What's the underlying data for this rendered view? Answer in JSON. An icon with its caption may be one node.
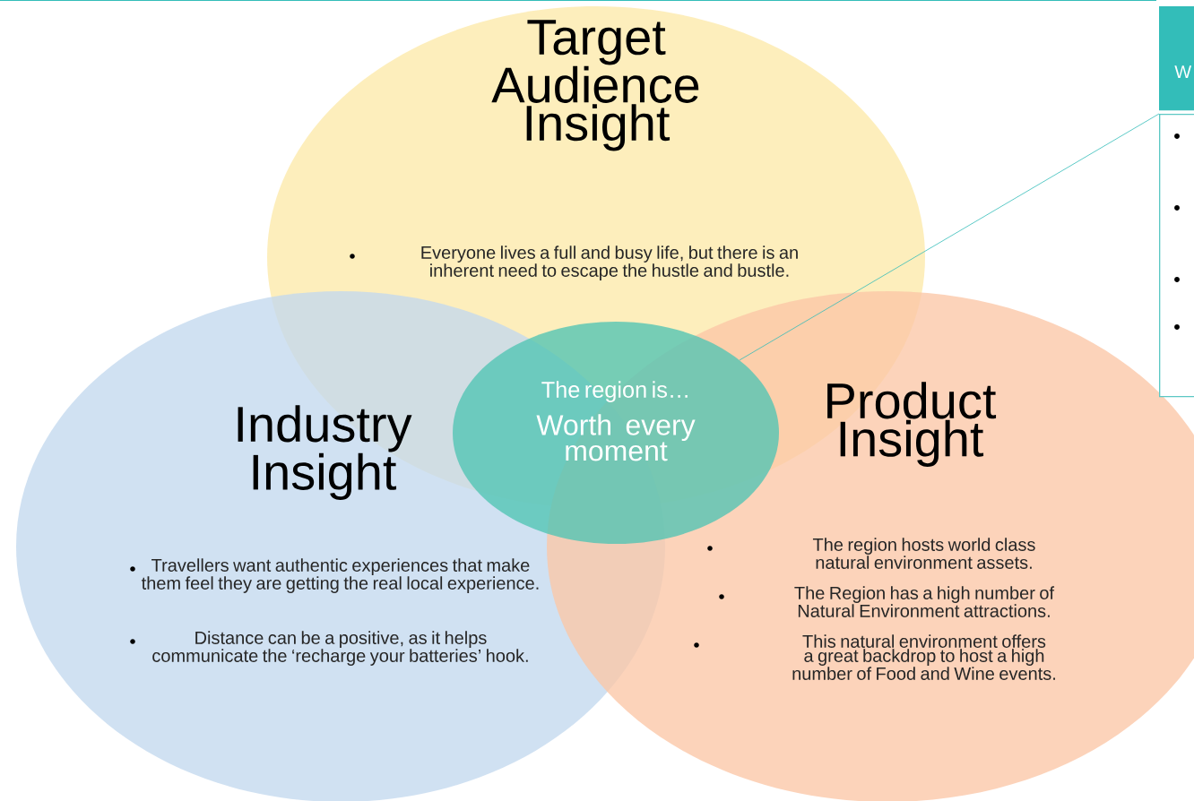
{
  "diagram": {
    "nodes": [
      {
        "text": [
          "Target Audience Insight",
          "Everyone lives a full and busy life, but there is an inherent need to escape the hustle and bustle."
        ]
      },
      {
        "text": [
          "Industry Insight",
          "Travellers want authentic experiences that make them feel they are getting the real local experience.",
          "Distance can be a positive, as it helps communicate the ‘recharge your batteries’ hook."
        ]
      },
      {
        "text": [
          "Product Insight",
          "The region hosts world class natural environment assets.",
          "The Region has a high number of Natural Environment attractions.",
          "This natural environment offers a great backdrop to host a high number of Food and Wine events."
        ]
      },
      {
        "text": [
          "The region is…",
          "Worth every moment"
        ]
      },
      {
        "text": [
          "W"
        ]
      },
      {
        "text": [],
        "shape": "box"
      }
    ],
    "edges": [
      {
        "from": 3,
        "to": 5,
        "arrow": "none",
        "color": "#33bdb9"
      }
    ]
  }
}
